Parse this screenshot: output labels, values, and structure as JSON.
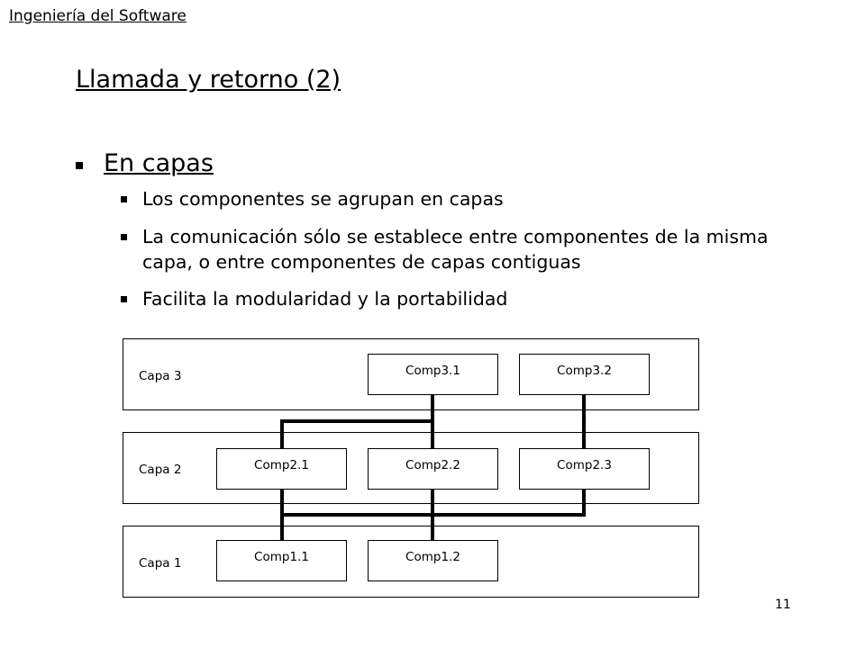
{
  "header": {
    "text": "Ingeniería del Software"
  },
  "slide": {
    "title": "Llamada y retorno (2)",
    "bullet": "En capas",
    "subbullets": [
      "Los componentes se agrupan en capas",
      "La comunicación sólo se establece entre componentes de la misma capa, o entre componentes de capas contiguas",
      "Facilita la modularidad y la portabilidad"
    ]
  },
  "diagram": {
    "layers": [
      {
        "label": "Capa 3",
        "components": [
          "Comp3.1",
          "Comp3.2"
        ]
      },
      {
        "label": "Capa 2",
        "components": [
          "Comp2.1",
          "Comp2.2",
          "Comp2.3"
        ]
      },
      {
        "label": "Capa 1",
        "components": [
          "Comp1.1",
          "Comp1.2"
        ]
      }
    ]
  },
  "page_number": "11"
}
